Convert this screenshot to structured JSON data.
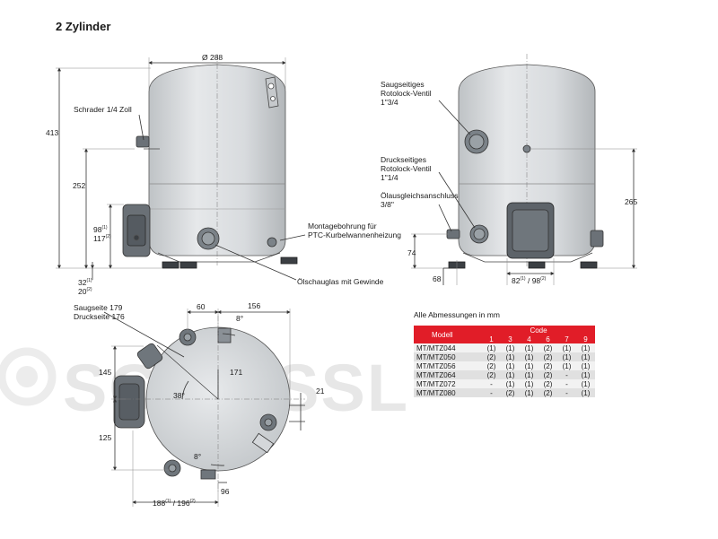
{
  "title": "2 Zylinder",
  "watermark": "SCHIESSL",
  "front_view": {
    "labels": {
      "schrader": "Schrader 1/4 Zoll",
      "mounting_hole_1": "Montagebohrung für",
      "mounting_hole_2": "PTC-Kurbelwannenheizung",
      "sight_glass": "Ölschauglas mit Gewinde"
    },
    "dims": {
      "diameter": "Ø 288",
      "height": "413",
      "schrader_height": "252",
      "d98": "98",
      "d117": "117",
      "d32": "32",
      "d20": "20",
      "sup1": "(1)",
      "sup2": "(2)"
    }
  },
  "side_view": {
    "labels": {
      "suction_1": "Saugseitiges",
      "suction_2": "Rotolock-Ventil",
      "suction_3": "1\"3/4",
      "discharge_1": "Druckseitiges",
      "discharge_2": "Rotolock-Ventil",
      "discharge_3": "1\"1/4",
      "oil_1": "Ölausgleichsanschluss",
      "oil_2": "3/8\""
    },
    "dims": {
      "d265": "265",
      "d74": "74",
      "d68": "68",
      "d82": "82",
      "d98": "/ 98",
      "sup1": "(1)",
      "sup2": "(2)"
    }
  },
  "top_view": {
    "labels": {
      "suction": "Saugseite 179",
      "discharge": "Druckseite 176"
    },
    "dims": {
      "d60": "60",
      "d156": "156",
      "d8a": "8°",
      "d171": "171",
      "d145": "145",
      "d38": "38°",
      "d21": "21",
      "d125": "125",
      "d8b": "8°",
      "d96": "96",
      "d188": "188",
      "d196": "/ 196",
      "sup1": "(1)",
      "sup2": "(2)"
    }
  },
  "table": {
    "unit_note": "Alle Abmessungen in mm",
    "header_model": "Modell",
    "header_code": "Code",
    "codes": [
      "1",
      "3",
      "4",
      "6",
      "7",
      "9"
    ],
    "rows": [
      {
        "model": "MT/MTZ044",
        "values": [
          "(1)",
          "(1)",
          "(1)",
          "(2)",
          "(1)",
          "(1)"
        ]
      },
      {
        "model": "MT/MTZ050",
        "values": [
          "(2)",
          "(1)",
          "(1)",
          "(2)",
          "(1)",
          "(1)"
        ]
      },
      {
        "model": "MT/MTZ056",
        "values": [
          "(2)",
          "(1)",
          "(1)",
          "(2)",
          "(1)",
          "(1)"
        ]
      },
      {
        "model": "MT/MTZ064",
        "values": [
          "(2)",
          "(1)",
          "(1)",
          "(2)",
          "-",
          "(1)"
        ]
      },
      {
        "model": "MT/MTZ072",
        "values": [
          "-",
          "(1)",
          "(1)",
          "(2)",
          "-",
          "(1)"
        ]
      },
      {
        "model": "MT/MTZ080",
        "values": [
          "-",
          "(2)",
          "(1)",
          "(2)",
          "-",
          "(1)"
        ]
      }
    ]
  }
}
